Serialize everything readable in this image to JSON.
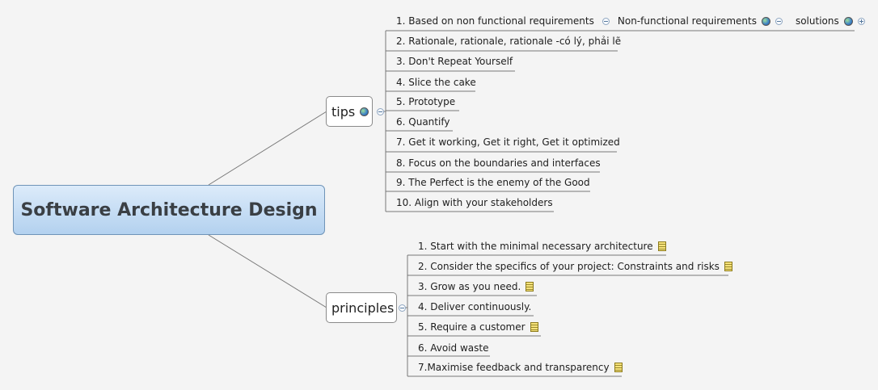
{
  "root": {
    "title": "Software Architecture Design"
  },
  "tips": {
    "label": "tips",
    "items": [
      "1. Based on non functional requirements",
      "2. Rationale, rationale, rationale -có lý, phải lẽ",
      "3. Don't Repeat Yourself",
      "4. Slice the cake",
      "5. Prototype",
      "6. Quantify",
      "7. Get it working, Get it right, Get it optimized",
      "8. Focus on the boundaries and interfaces",
      "9. The Perfect is the enemy of the Good",
      "10. Align with your stakeholders"
    ],
    "sub1": "Non-functional requirements",
    "sub2": "solutions"
  },
  "principles": {
    "label": "principles",
    "items": [
      "1.  Start with the minimal necessary architecture",
      "2. Consider the specifics of your project: Constraints and risks",
      "3. Grow as you need.",
      "4. Deliver continuously.",
      "5. Require a customer",
      "6. Avoid waste",
      "7.Maximise feedback and transparency"
    ]
  }
}
